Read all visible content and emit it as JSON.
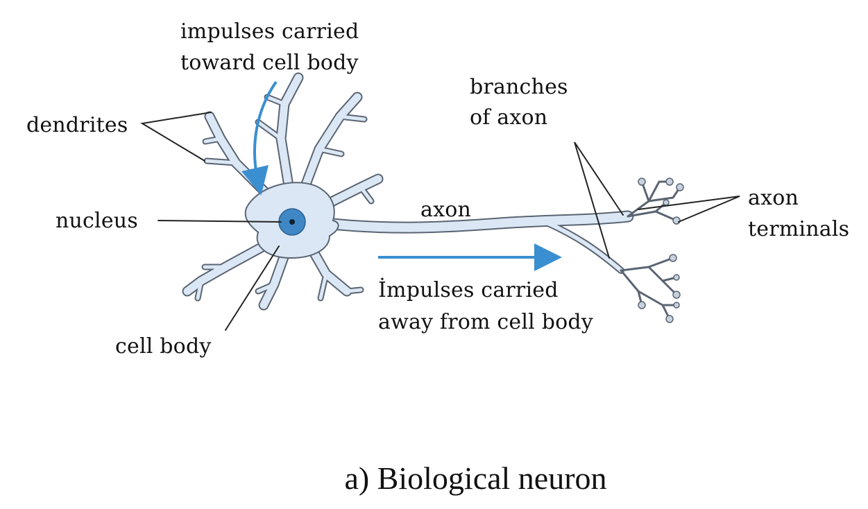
{
  "labels": {
    "impulses_toward_line1": "impulses carried",
    "impulses_toward_line2": "toward cell body",
    "branches_line1": "branches",
    "branches_line2": "of axon",
    "dendrites": "dendrites",
    "nucleus": "nucleus",
    "axon": "axon",
    "axon_terminals_line1": "axon",
    "axon_terminals_line2": "terminals",
    "impulses_away_line1": "İmpulses carried",
    "impulses_away_line2": "away from cell body",
    "cell_body": "cell body"
  },
  "caption": "a)  Biological neuron",
  "colors": {
    "cell_fill": "#dbe7f5",
    "cell_outline": "#5a6472",
    "nucleus_fill": "#3f88c5",
    "arrow": "#3a8fd0",
    "leader_line": "#222222",
    "text": "#111111"
  }
}
